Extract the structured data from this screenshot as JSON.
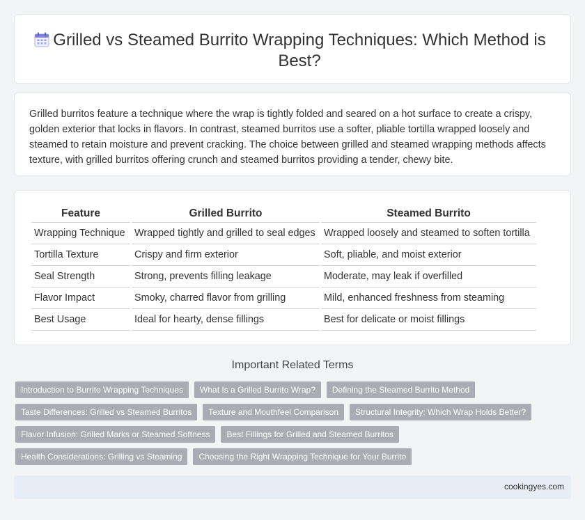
{
  "header": {
    "icon": "calendar-icon",
    "title": "Grilled vs Steamed Burrito Wrapping Techniques: Which Method is Best?"
  },
  "intro": {
    "text": "Grilled burritos feature a technique where the wrap is tightly folded and seared on a hot surface to create a crispy, golden exterior that locks in flavors. In contrast, steamed burritos use a softer, pliable tortilla wrapped loosely and steamed to retain moisture and prevent cracking. The choice between grilled and steamed wrapping methods affects texture, with grilled burritos offering crunch and steamed burritos providing a tender, chewy bite."
  },
  "table": {
    "headers": [
      "Feature",
      "Grilled Burrito",
      "Steamed Burrito"
    ],
    "rows": [
      [
        "Wrapping Technique",
        "Wrapped tightly and grilled to seal edges",
        "Wrapped loosely and steamed to soften tortilla"
      ],
      [
        "Tortilla Texture",
        "Crispy and firm exterior",
        "Soft, pliable, and moist exterior"
      ],
      [
        "Seal Strength",
        "Strong, prevents filling leakage",
        "Moderate, may leak if overfilled"
      ],
      [
        "Flavor Impact",
        "Smoky, charred flavor from grilling",
        "Mild, enhanced freshness from steaming"
      ],
      [
        "Best Usage",
        "Ideal for hearty, dense fillings",
        "Best for delicate or moist fillings"
      ]
    ]
  },
  "related": {
    "heading": "Important Related Terms",
    "tags": [
      "Introduction to Burrito Wrapping Techniques",
      "What Is a Grilled Burrito Wrap?",
      "Defining the Steamed Burrito Method",
      "Taste Differences: Grilled vs Steamed Burritos",
      "Texture and Mouthfeel Comparison",
      "Structural Integrity: Which Wrap Holds Better?",
      "Flavor Infusion: Grilled Marks or Steamed Softness",
      "Best Fillings for Grilled and Steamed Burritos",
      "Health Considerations: Grilling vs Steaming",
      "Choosing the Right Wrapping Technique for Your Burrito"
    ]
  },
  "footer": {
    "site": "cookingyes.com"
  },
  "colors": {
    "background": "#f3f4f6",
    "card": "#ffffff",
    "tag": "#a9adb3",
    "footer": "#e8edf5",
    "icon_accent": "#7b7fe0"
  }
}
